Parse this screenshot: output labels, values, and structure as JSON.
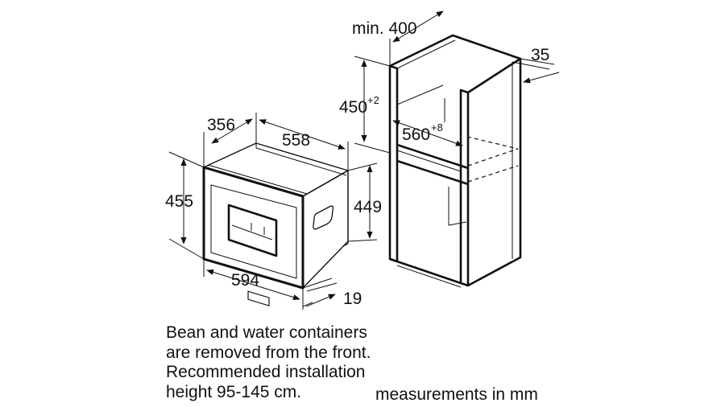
{
  "dimensions": {
    "appliance_depth_top": "356",
    "appliance_width_top": "558",
    "appliance_height": "455",
    "appliance_body_height": "449",
    "appliance_front_width": "594",
    "front_panel_depth": "19",
    "niche_min_depth": "min. 400",
    "niche_height": "450",
    "niche_height_tolerance": "+2",
    "niche_width": "560",
    "niche_width_tolerance": "+8",
    "rear_gap": "35"
  },
  "notes": {
    "lines": [
      "Bean and water containers",
      "are removed from the front.",
      "Recommended installation",
      "height 95-145 cm."
    ]
  },
  "units_label": "measurements in mm"
}
